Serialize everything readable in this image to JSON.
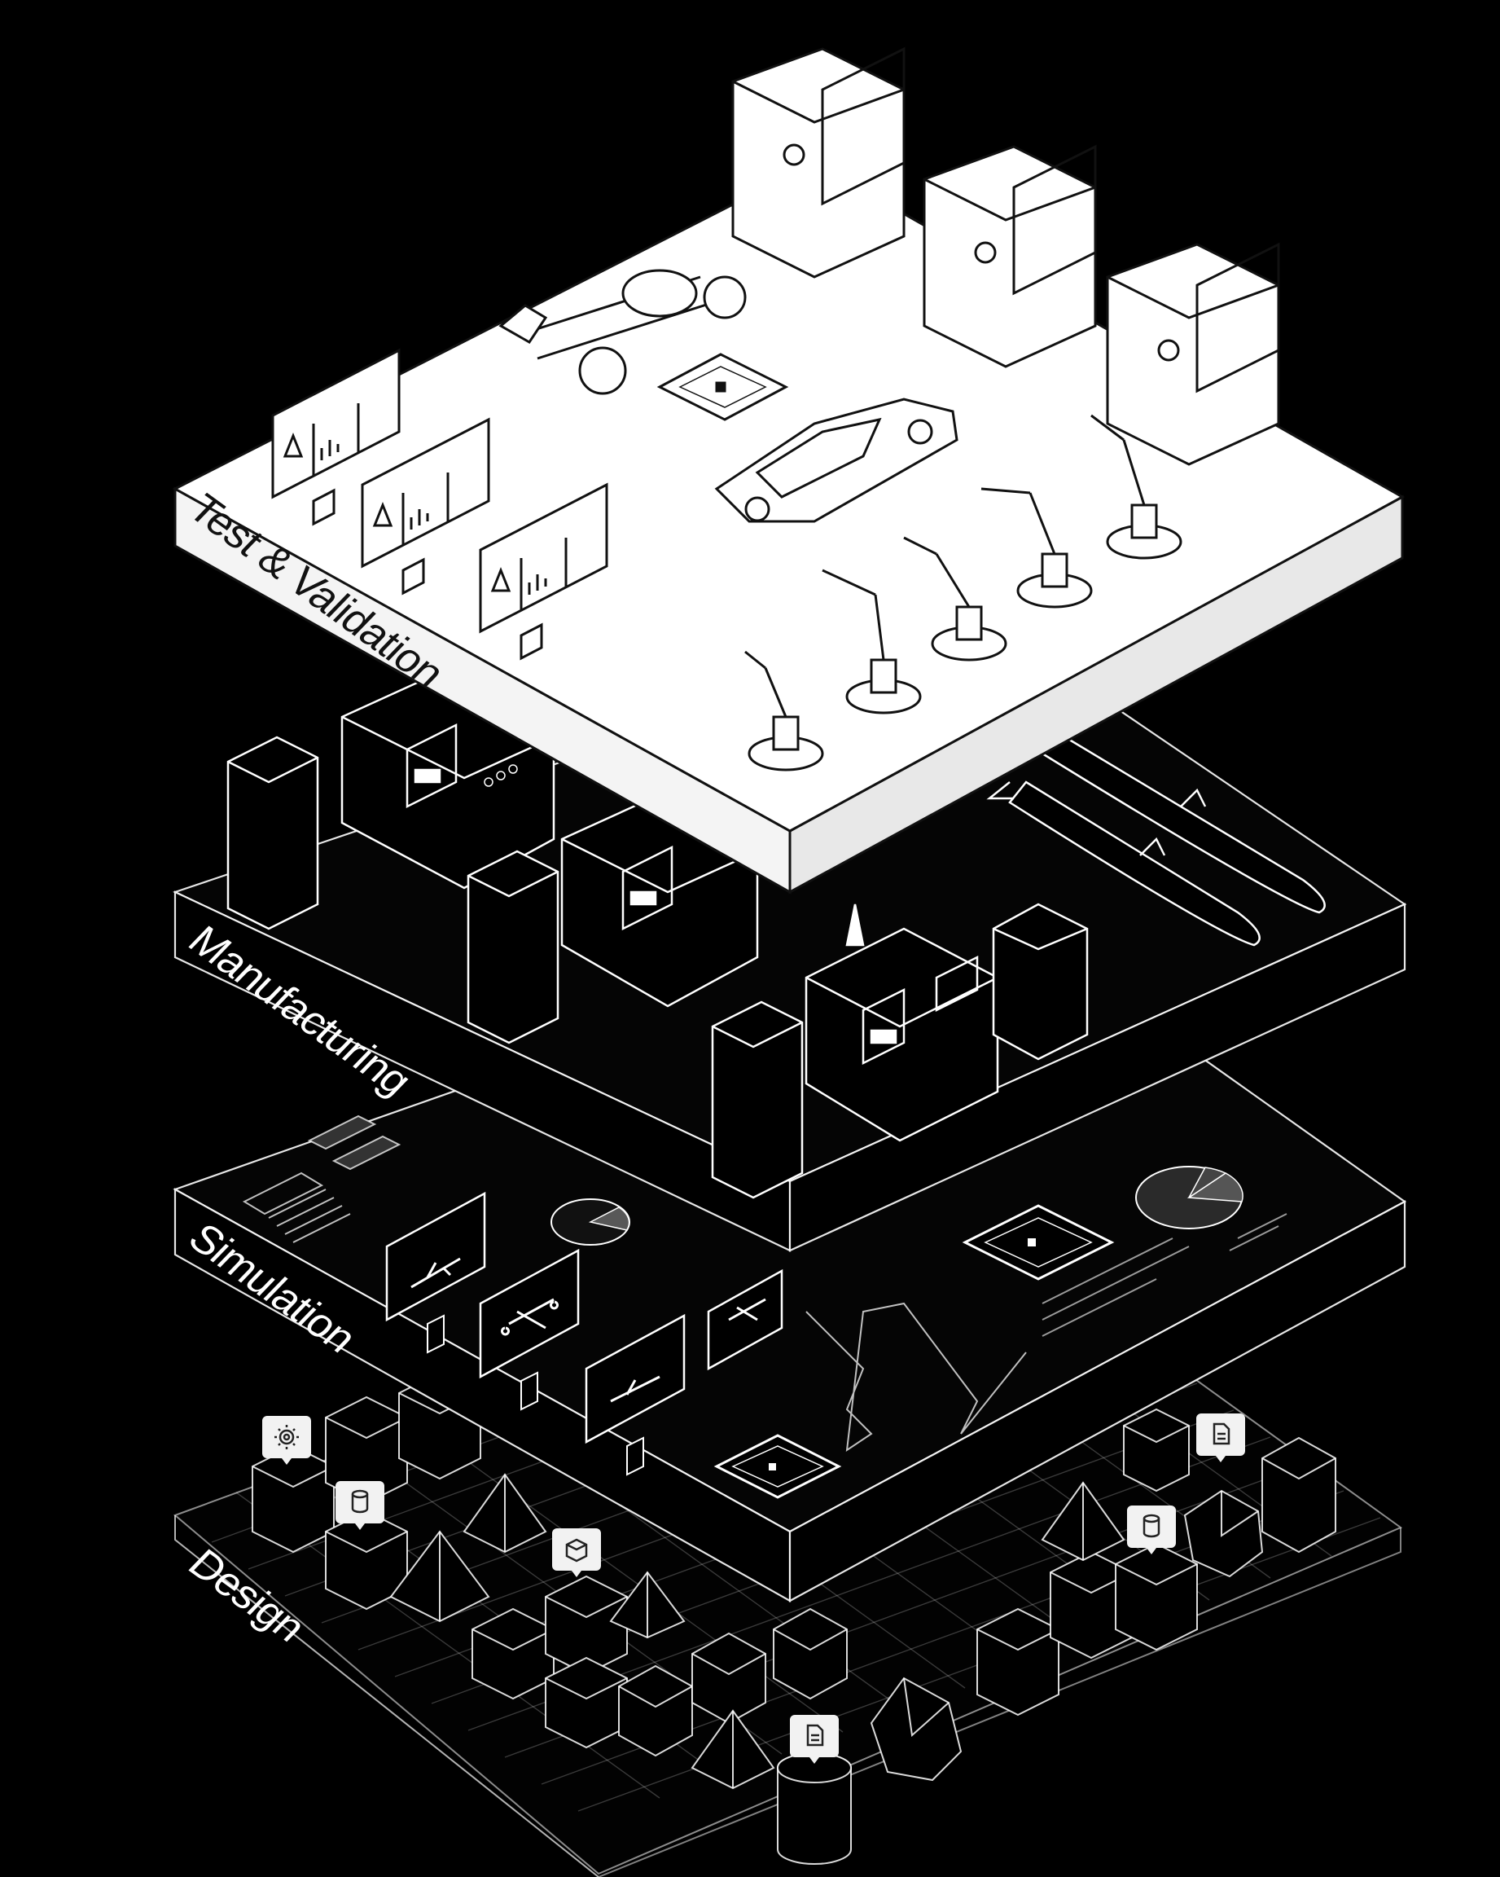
{
  "layers": [
    {
      "id": "design",
      "label": "Design"
    },
    {
      "id": "simulation",
      "label": "Simulation"
    },
    {
      "id": "manufacturing",
      "label": "Manufacturing"
    },
    {
      "id": "test",
      "label": "Test & Validation"
    }
  ],
  "design_badges": [
    {
      "icon": "gear-icon"
    },
    {
      "icon": "database-icon"
    },
    {
      "icon": "cube-icon"
    },
    {
      "icon": "database-icon"
    },
    {
      "icon": "document-icon"
    },
    {
      "icon": "document-icon"
    }
  ],
  "colors": {
    "background": "#000000",
    "top_slab": "#ffffff",
    "dark_slab": "#050505",
    "line": "#ffffff"
  }
}
